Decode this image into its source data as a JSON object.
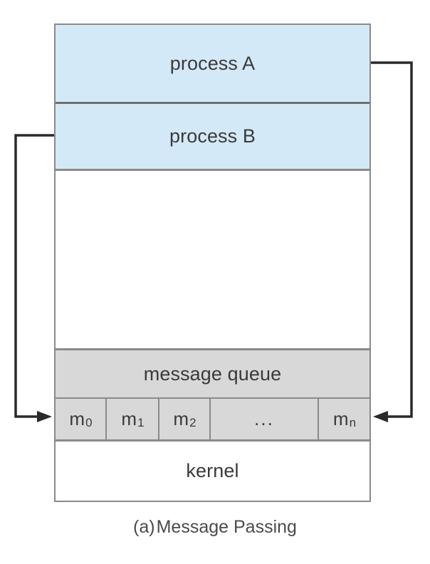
{
  "figure": {
    "caption_index": "(a)",
    "caption_text": "Message Passing"
  },
  "diagram": {
    "bands": [
      {
        "id": "process-a",
        "label": "process A",
        "fill": "#d4e9f7"
      },
      {
        "id": "process-b",
        "label": "process B",
        "fill": "#d4e9f7"
      },
      {
        "id": "message-queue",
        "label": "message queue",
        "fill": "#d8d8d8"
      },
      {
        "id": "kernel",
        "label": "kernel",
        "fill": "#ffffff"
      }
    ],
    "message_cells": [
      {
        "base": "m",
        "sub": "0"
      },
      {
        "base": "m",
        "sub": "1"
      },
      {
        "base": "m",
        "sub": "2"
      },
      {
        "base": "...",
        "sub": ""
      },
      {
        "base": "m",
        "sub": "n"
      }
    ],
    "connectors": [
      {
        "id": "process-a-to-mn",
        "from": "process A",
        "to": "m n",
        "side": "right",
        "arrowhead": "left"
      },
      {
        "id": "process-b-to-m0",
        "from": "process B",
        "to": "m 0",
        "side": "left",
        "arrowhead": "right"
      }
    ],
    "colors": {
      "process_fill": "#d4e9f7",
      "queue_fill": "#d8d8d8",
      "border": "#8a8a8a",
      "arrow": "#2a2a2a",
      "text": "#3a3a3a",
      "background": "#ffffff"
    }
  }
}
